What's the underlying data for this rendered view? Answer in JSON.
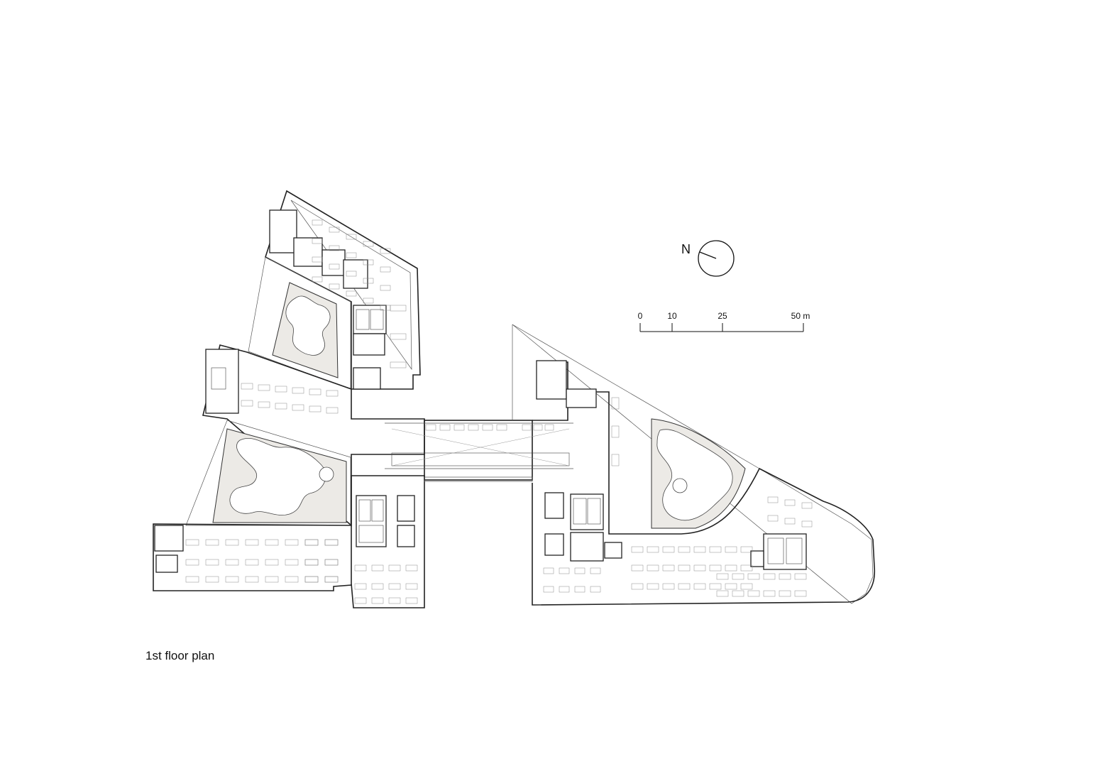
{
  "drawing": {
    "caption": "1st floor plan",
    "north_label": "N",
    "scale_bar": {
      "ticks": [
        "0",
        "10",
        "25"
      ],
      "end_label": "50 m"
    }
  }
}
